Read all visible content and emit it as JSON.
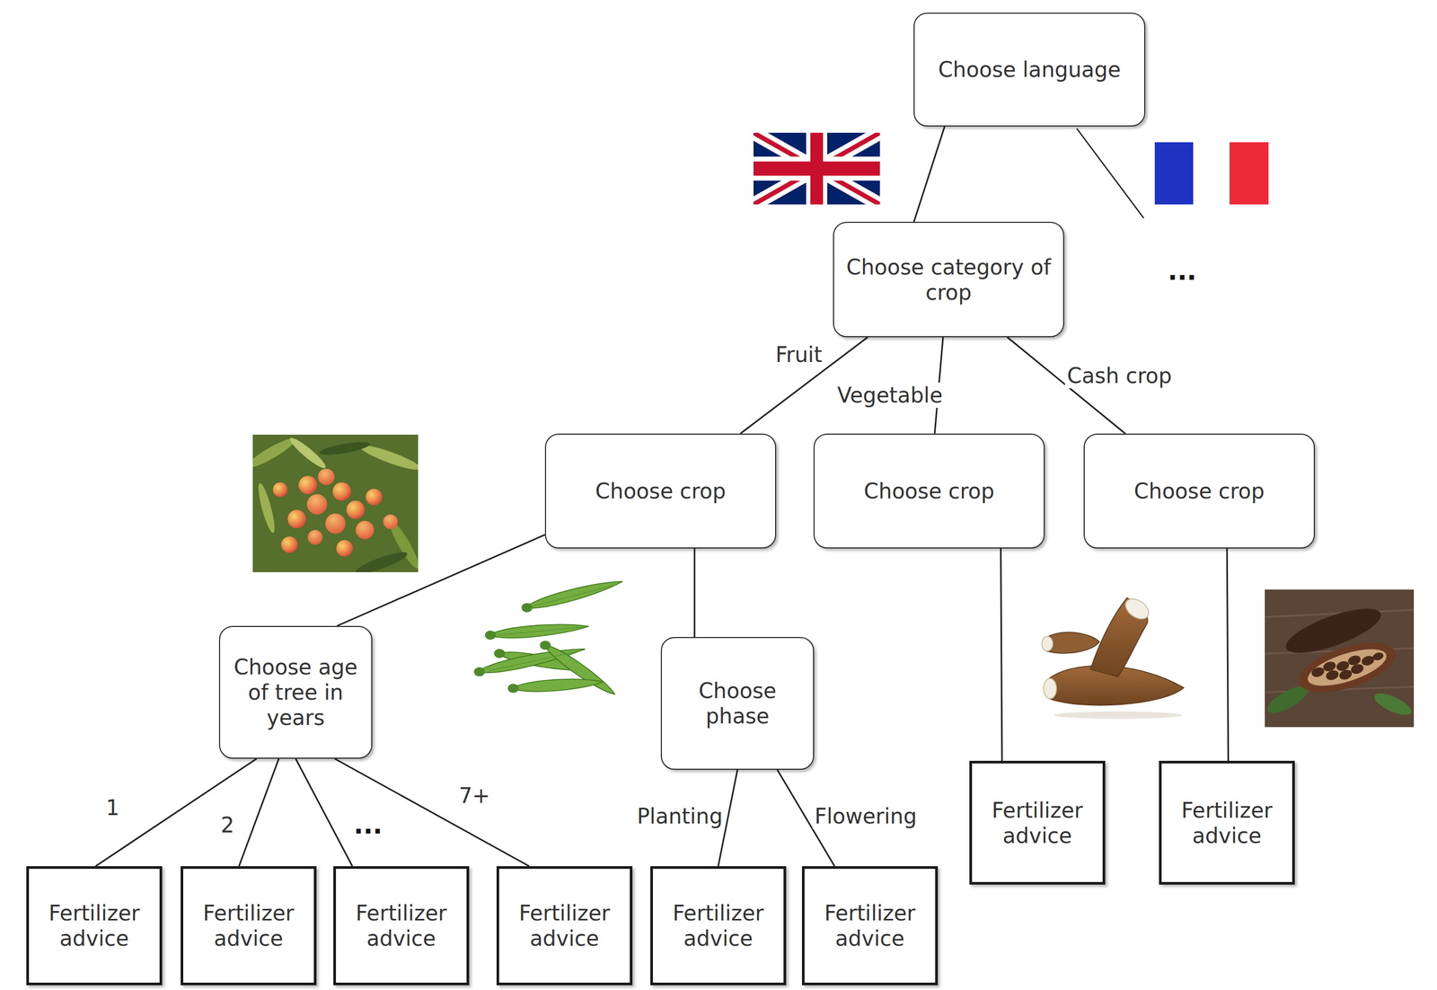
{
  "diagram": {
    "nodes": [
      {
        "text": [
          "Choose language"
        ]
      },
      {
        "text": [
          "Choose category of crop"
        ]
      },
      {
        "text": [
          "Choose crop"
        ]
      },
      {
        "text": [
          "Choose crop"
        ]
      },
      {
        "text": [
          "Choose crop"
        ]
      },
      {
        "text": [
          "Choose age of tree in years"
        ]
      },
      {
        "text": [
          "Choose phase"
        ]
      },
      {
        "text": [
          "Fertilizer advice"
        ]
      },
      {
        "text": [
          "Fertilizer advice"
        ]
      },
      {
        "text": [
          "Fertilizer advice"
        ]
      },
      {
        "text": [
          "Fertilizer advice"
        ]
      },
      {
        "text": [
          "Fertilizer advice"
        ]
      },
      {
        "text": [
          "Fertilizer advice"
        ]
      },
      {
        "text": [
          "Fertilizer advice"
        ]
      },
      {
        "text": [
          "Fertilizer advice"
        ]
      }
    ],
    "edges": [
      {
        "from": 0,
        "to": 1,
        "arrow": "none"
      },
      {
        "from": 1,
        "to": 2,
        "label": "Fruit",
        "arrow": "none"
      },
      {
        "from": 1,
        "to": 3,
        "label": "Vegetable",
        "arrow": "none"
      },
      {
        "from": 1,
        "to": 4,
        "label": "Cash crop",
        "arrow": "none"
      },
      {
        "from": 2,
        "to": 5,
        "arrow": "none"
      },
      {
        "from": 2,
        "to": 6,
        "arrow": "none"
      },
      {
        "from": 3,
        "to": 7,
        "arrow": "none"
      },
      {
        "from": 4,
        "to": 8,
        "arrow": "none"
      },
      {
        "from": 5,
        "to": 9,
        "label": "1",
        "arrow": "none"
      },
      {
        "from": 5,
        "to": 10,
        "label": "2",
        "arrow": "none"
      },
      {
        "from": 5,
        "to": 11,
        "arrow": "none"
      },
      {
        "from": 5,
        "to": 12,
        "label": "7+",
        "arrow": "none"
      },
      {
        "from": 6,
        "to": 13,
        "label": "Planting",
        "arrow": "none"
      },
      {
        "from": 6,
        "to": 14,
        "label": "Flowering",
        "arrow": "none"
      }
    ],
    "labels": [
      "...",
      "..."
    ]
  }
}
